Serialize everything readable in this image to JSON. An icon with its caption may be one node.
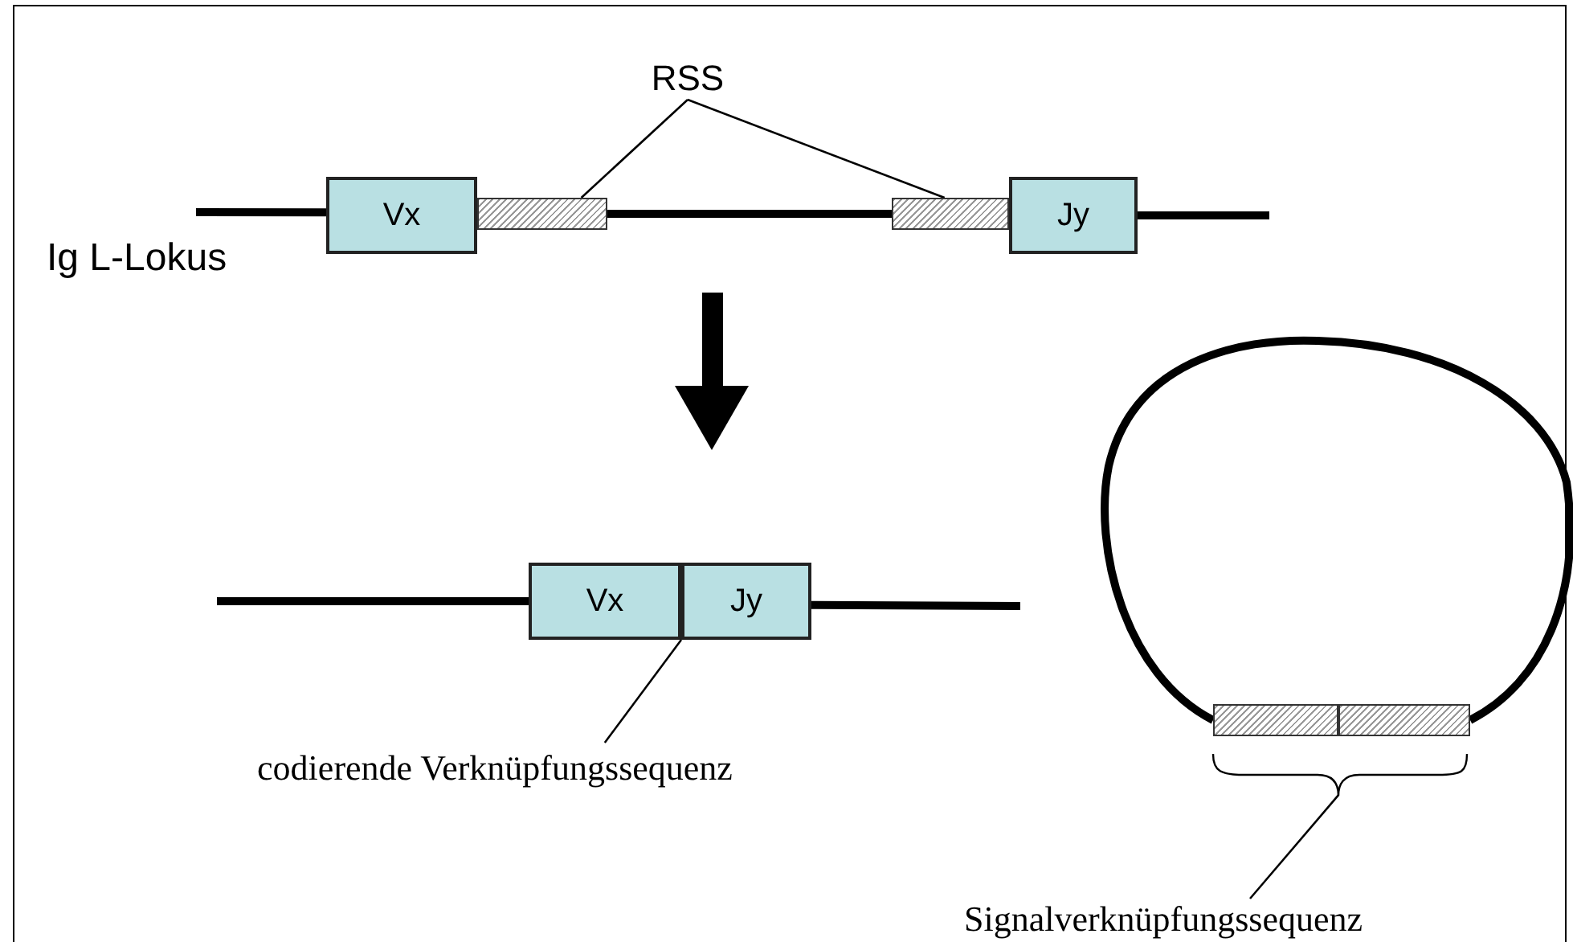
{
  "diagram": {
    "nodes": [
      {
        "text": [
          "RSS"
        ]
      },
      {
        "text": [
          "Vx"
        ]
      },
      {
        "text": [],
        "shape": "bar"
      },
      {
        "text": [],
        "shape": "bar"
      },
      {
        "text": [
          "Jy"
        ]
      },
      {
        "text": [
          "Vx"
        ]
      },
      {
        "text": [
          "Jy"
        ]
      },
      {
        "text": [
          "codierende Verknüpfungssequenz"
        ]
      },
      {
        "text": [],
        "shape": "bar"
      },
      {
        "text": [],
        "shape": "bar"
      },
      {
        "text": [
          "Signalverknüpfungssequenz"
        ]
      },
      {
        "text": [],
        "shape": "brace"
      }
    ],
    "edges": [
      {
        "from": 0,
        "to": 2,
        "arrow": "none"
      },
      {
        "from": 0,
        "to": 3,
        "arrow": "none"
      },
      {
        "from": null,
        "to": 1,
        "arrow": "none"
      },
      {
        "from": 2,
        "to": 3,
        "arrow": "none"
      },
      {
        "from": 4,
        "to": null,
        "arrow": "none"
      },
      {
        "from": null,
        "to": 5,
        "arrow": "none"
      },
      {
        "from": 6,
        "to": null,
        "arrow": "none"
      },
      {
        "from": 7,
        "to": 6,
        "arrow": "none"
      },
      {
        "from": 8,
        "to": 9,
        "arrow": "none"
      },
      {
        "from": 10,
        "to": 11,
        "arrow": "none"
      }
    ],
    "labels": [
      "Ig L-Lokus"
    ]
  }
}
